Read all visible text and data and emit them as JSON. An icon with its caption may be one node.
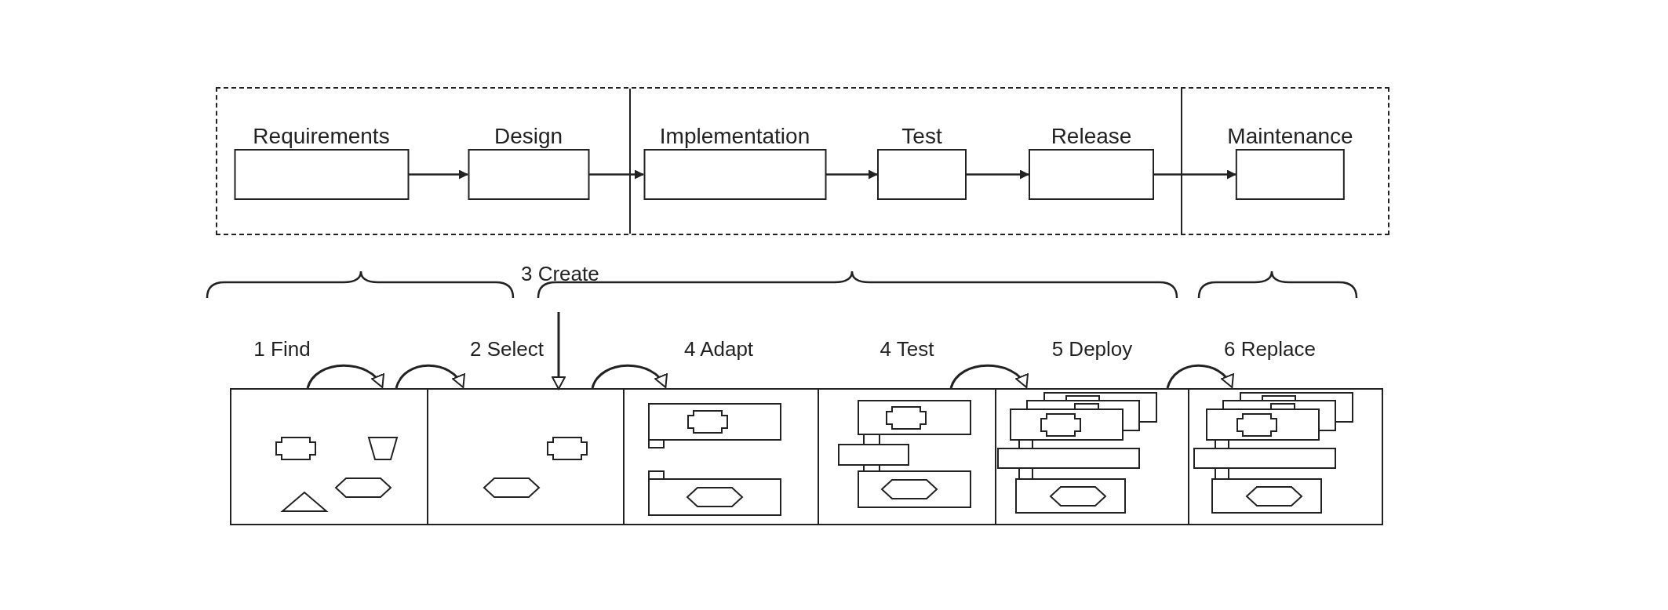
{
  "diagram": {
    "nodes": [
      {
        "text": [],
        "shape": "box"
      },
      {
        "text": [
          "Requirements"
        ],
        "in": 0
      },
      {
        "text": [
          "Design"
        ],
        "in": 0
      },
      {
        "text": [
          "Implementation"
        ],
        "in": 0
      },
      {
        "text": [
          "Test"
        ],
        "in": 0
      },
      {
        "text": [
          "Release"
        ],
        "in": 0
      },
      {
        "text": [
          "Maintenance"
        ],
        "in": 0
      },
      {
        "text": [
          "1 Find"
        ]
      },
      {
        "text": [
          "2 Select"
        ]
      },
      {
        "text": [
          "4 Adapt"
        ]
      },
      {
        "text": [
          "4 Test"
        ]
      },
      {
        "text": [
          "5 Deploy"
        ]
      },
      {
        "text": [
          "6 Replace"
        ]
      }
    ],
    "edges": [
      {
        "from": 1,
        "to": 2,
        "arrow": "to"
      },
      {
        "from": 2,
        "to": 3,
        "arrow": "to"
      },
      {
        "from": 3,
        "to": 4,
        "arrow": "to"
      },
      {
        "from": 4,
        "to": 5,
        "arrow": "to"
      },
      {
        "from": 5,
        "to": 6,
        "arrow": "to"
      },
      {
        "from": null,
        "to": 7,
        "arrow": "to"
      },
      {
        "from": 7,
        "to": 8,
        "arrow": "to"
      },
      {
        "from": 8,
        "to": 9,
        "arrow": "to"
      },
      {
        "from": 10,
        "to": 11,
        "arrow": "to"
      },
      {
        "from": 11,
        "to": 12,
        "arrow": "to"
      },
      {
        "from": null,
        "to": 8,
        "arrow": "to"
      }
    ],
    "labels": [
      "3 Create"
    ]
  }
}
